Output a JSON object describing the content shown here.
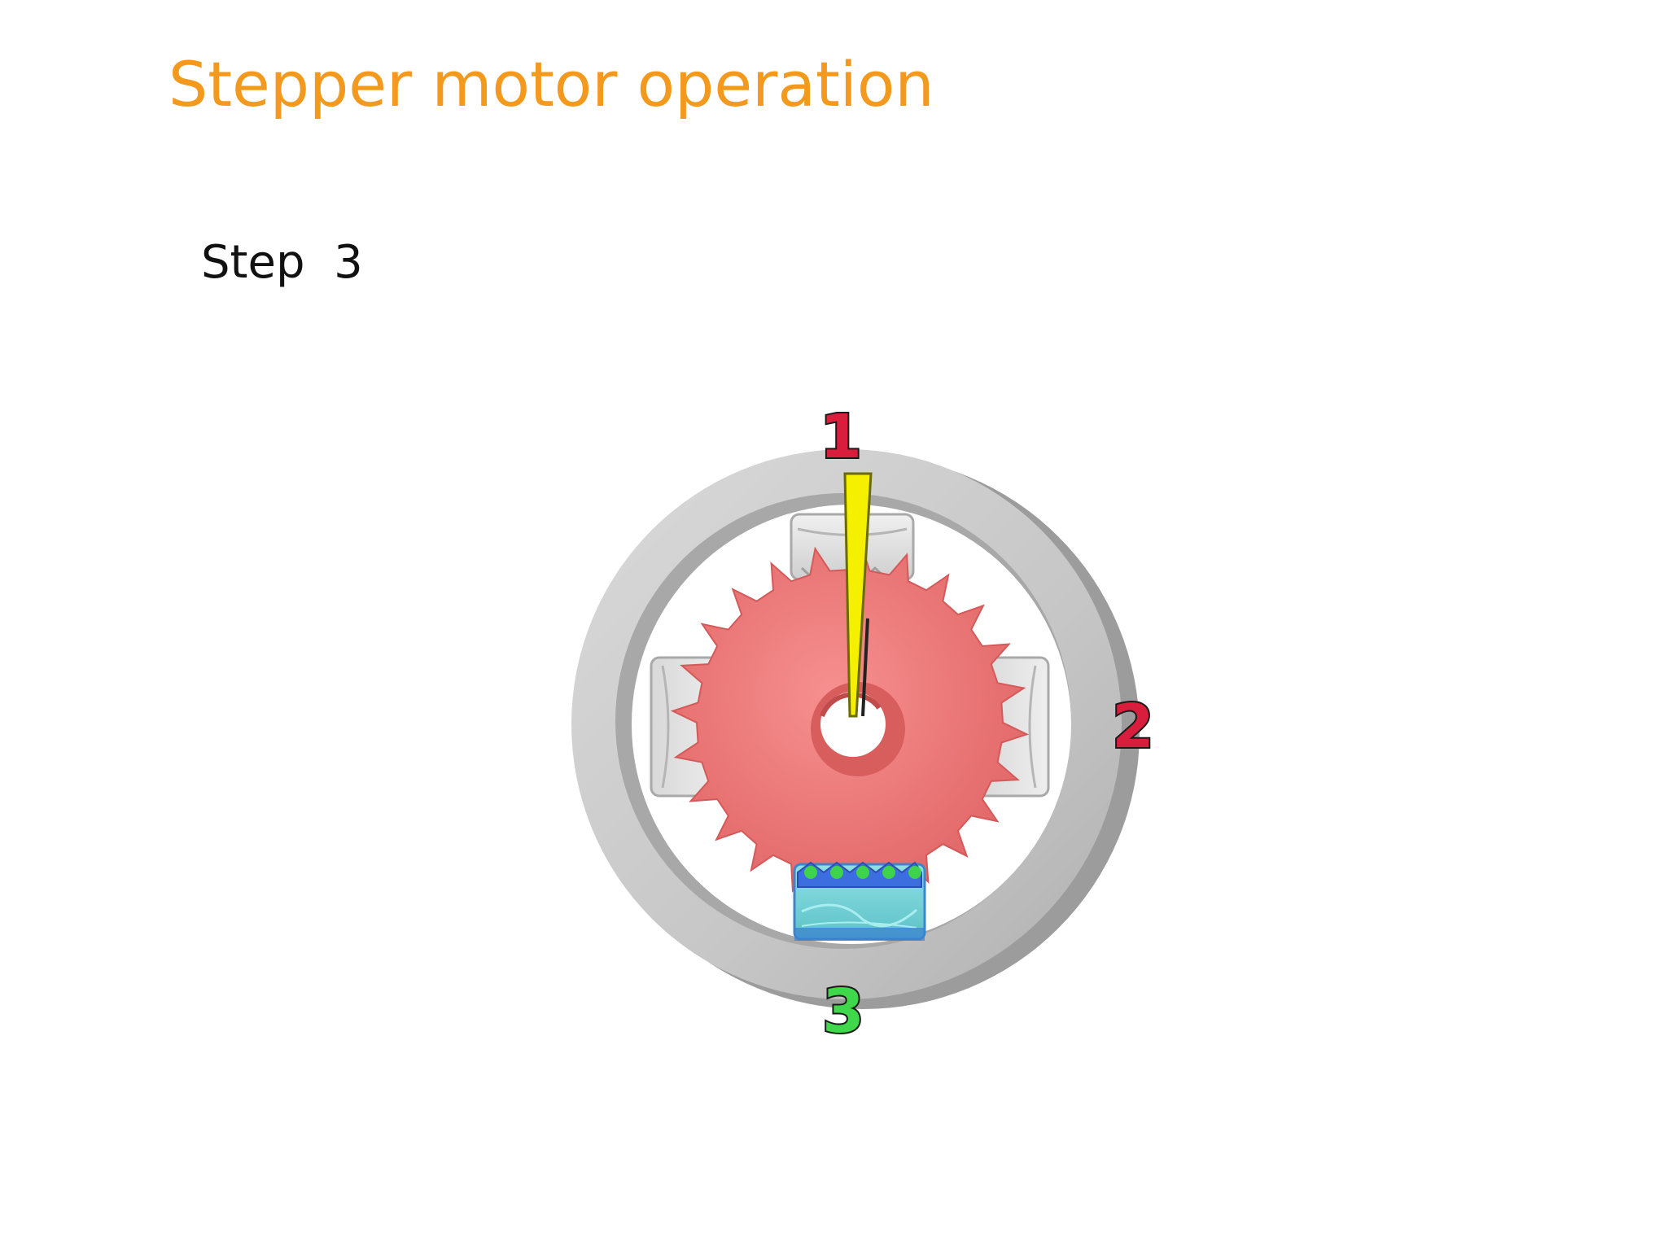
{
  "slide": {
    "title": "Stepper motor operation",
    "step_label": "Step  3"
  },
  "diagram": {
    "pole_labels": [
      {
        "id": "1",
        "text": "1",
        "active": false
      },
      {
        "id": "2",
        "text": "2",
        "active": false
      },
      {
        "id": "3",
        "text": "3",
        "active": true
      }
    ],
    "rotor_teeth": 24
  },
  "colors": {
    "title": "#f39a1e",
    "inactive_label": "#d81e3c",
    "active_label": "#3fd84a",
    "label_outline": "#1a1a1a",
    "stator": "#c9c9c9",
    "stator_shadow": "#9a9a9a",
    "pole": "#e4e4e4",
    "active_pole": "#7ad6d8",
    "active_pole_teeth": "#2f6fe0",
    "rotor": "#ee7575",
    "pointer": "#f5f000"
  }
}
